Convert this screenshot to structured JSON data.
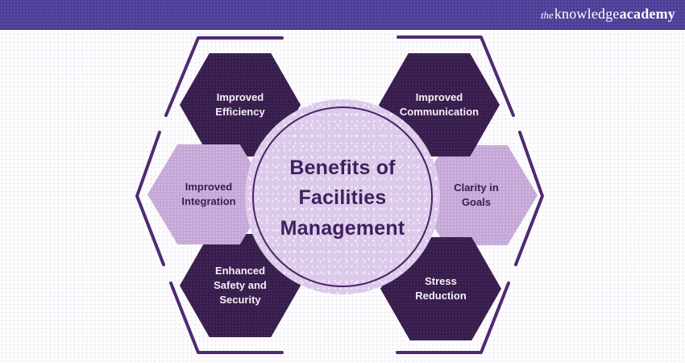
{
  "header": {
    "logo": {
      "prefix": "the",
      "word1": "knowledge",
      "word2": "academy"
    }
  },
  "diagram": {
    "center": {
      "title": "Benefits of\nFacilities\nManagement"
    },
    "hexagons": [
      {
        "id": "improved-efficiency",
        "label": "Improved\nEfficiency",
        "variant": "dark",
        "position": "top-left"
      },
      {
        "id": "improved-communication",
        "label": "Improved\nCommunication",
        "variant": "dark",
        "position": "top-right"
      },
      {
        "id": "improved-integration",
        "label": "Improved\nIntegration",
        "variant": "light",
        "position": "mid-left"
      },
      {
        "id": "clarity-in-goals",
        "label": "Clarity in\nGoals",
        "variant": "light",
        "position": "mid-right"
      },
      {
        "id": "enhanced-safety-and-security",
        "label": "Enhanced\nSafety and\nSecurity",
        "variant": "dark",
        "position": "bottom-left"
      },
      {
        "id": "stress-reduction",
        "label": "Stress\nReduction",
        "variant": "dark",
        "position": "bottom-right"
      }
    ],
    "colors": {
      "dark_hex": "#371d4c",
      "light_hex": "#c4a7d7",
      "dark_hex_text": "#f4f0f8",
      "light_hex_text": "#3a1c52",
      "outline": "#4f2a73",
      "header_bg": "#4f3e99",
      "center_fill": "#dccaeb",
      "center_ring": "#4b2365",
      "center_text": "#40205e"
    }
  }
}
